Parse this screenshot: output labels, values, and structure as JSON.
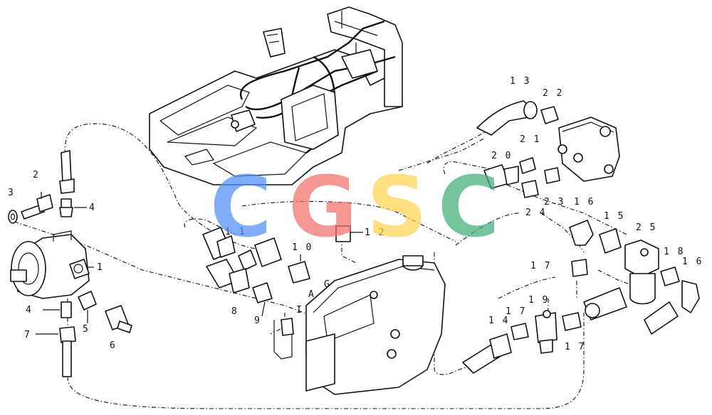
{
  "figure": {
    "watermark": {
      "letters": [
        "C",
        "G",
        "S",
        "C"
      ],
      "colors": [
        "#4f8ef7",
        "#f0706a",
        "#ffd34e",
        "#3fae7a"
      ]
    },
    "labels": {
      "l1": "1",
      "l2": "2",
      "l3": "3",
      "l4a": "4",
      "l4b": "4",
      "l5": "5",
      "l6": "6",
      "l7": "7",
      "l8": "8",
      "l9": "9",
      "l10": "1 0",
      "l11": "1 1",
      "l12": "1 2",
      "l13": "1 3",
      "l14": "1 4",
      "l15": "1 5",
      "l16a": "1 6",
      "l16b": "1 6",
      "l17a": "1 7",
      "l17b": "1 7",
      "l17c": "1 7",
      "l18": "1 8",
      "l19": "1 9",
      "l20": "2 0",
      "l21": "2 1",
      "l22": "2 2",
      "l23": "2 3",
      "l24": "2 4",
      "l25": "2 5",
      "lA": "A",
      "lG": "G",
      "lI": "I"
    }
  }
}
